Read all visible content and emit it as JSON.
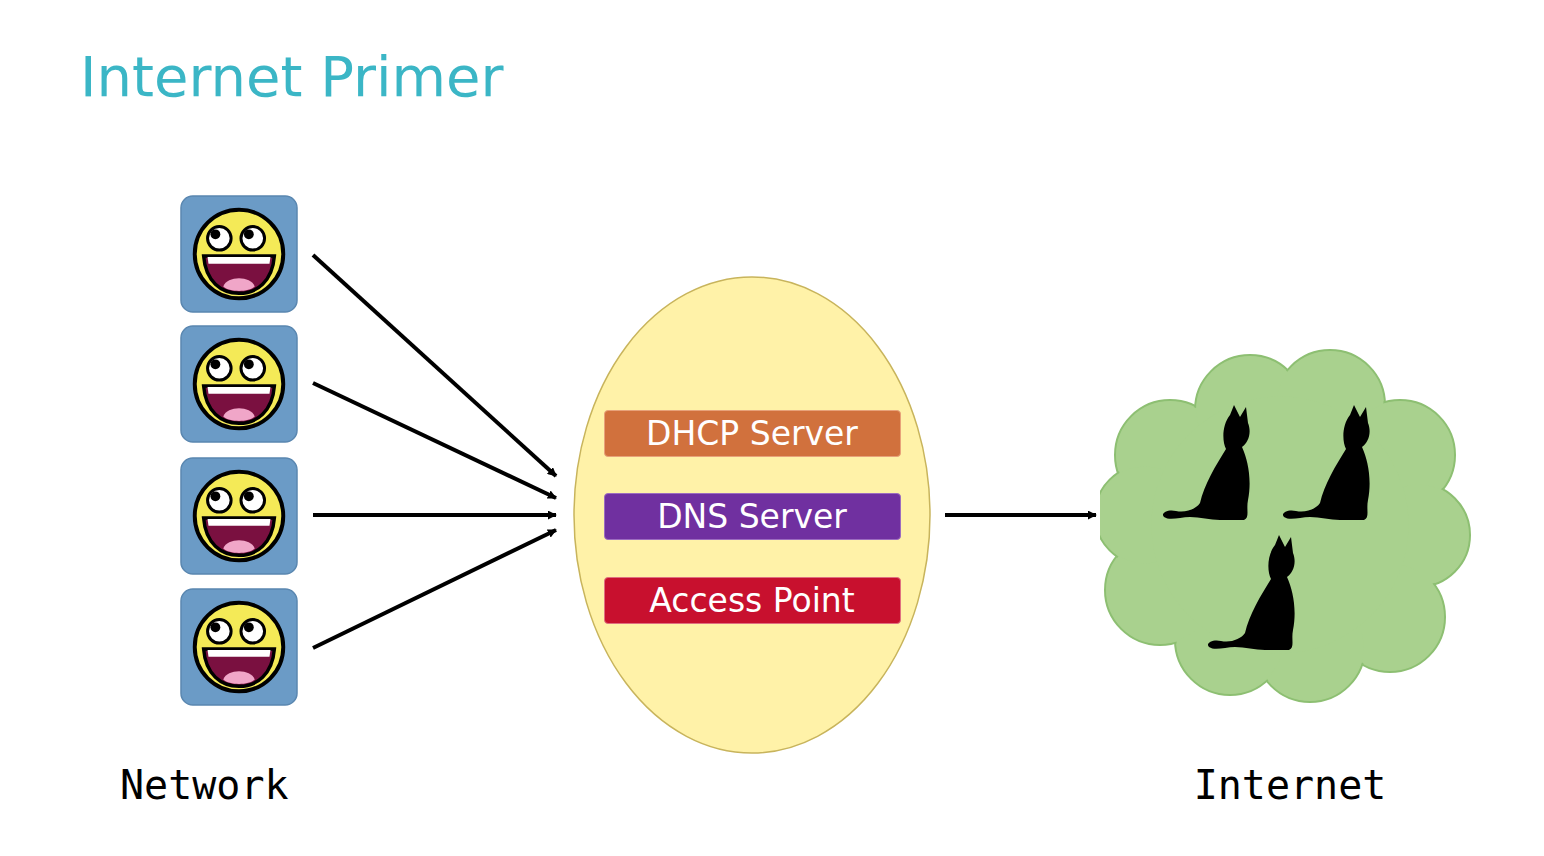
{
  "diagram": {
    "title": "Internet Primer",
    "nodes": [
      {
        "text": [
          "DHCP Server"
        ]
      },
      {
        "text": [
          "DNS Server"
        ]
      },
      {
        "text": [
          "Access Point"
        ]
      },
      {
        "text": [
          "Internet"
        ]
      }
    ],
    "labels": [
      "Network"
    ]
  }
}
